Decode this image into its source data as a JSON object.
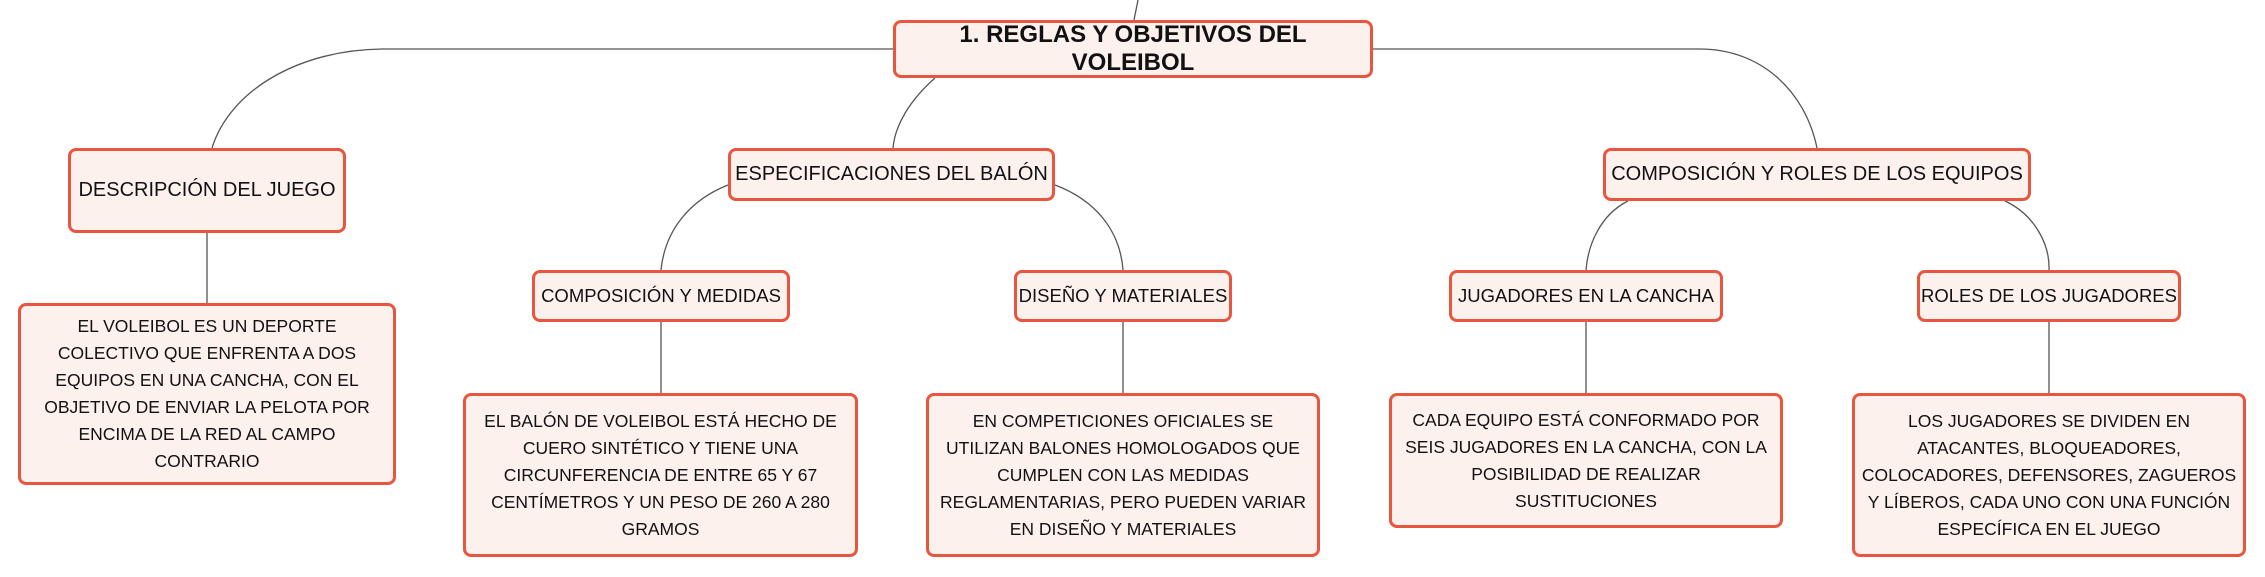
{
  "root": "1. REGLAS Y OBJETIVOS DEL VOLEIBOL",
  "branches": {
    "descripcion": {
      "title": "DESCRIPCIÓN DEL JUEGO",
      "text": "EL VOLEIBOL ES UN DEPORTE COLECTIVO QUE ENFRENTA A DOS EQUIPOS EN UNA CANCHA, CON EL OBJETIVO DE ENVIAR LA PELOTA POR ENCIMA DE LA RED AL CAMPO CONTRARIO"
    },
    "balon": {
      "title": "ESPECIFICACIONES DEL BALÓN",
      "composicion": {
        "title": "COMPOSICIÓN Y MEDIDAS",
        "text": "EL BALÓN DE VOLEIBOL ESTÁ HECHO DE CUERO SINTÉTICO Y TIENE UNA CIRCUNFERENCIA DE ENTRE 65 Y 67 CENTÍMETROS Y UN PESO DE 260 A 280 GRAMOS"
      },
      "diseno": {
        "title": "DISEÑO Y MATERIALES",
        "text": "EN COMPETICIONES OFICIALES SE UTILIZAN BALONES HOMOLOGADOS QUE CUMPLEN CON LAS MEDIDAS REGLAMENTARIAS, PERO PUEDEN VARIAR EN DISEÑO Y MATERIALES"
      }
    },
    "equipos": {
      "title": "COMPOSICIÓN Y ROLES DE LOS EQUIPOS",
      "jugadores": {
        "title": "JUGADORES EN LA CANCHA",
        "text": "CADA EQUIPO ESTÁ CONFORMADO POR SEIS JUGADORES EN LA CANCHA, CON LA POSIBILIDAD DE REALIZAR SUSTITUCIONES"
      },
      "roles": {
        "title": "ROLES DE LOS JUGADORES",
        "text": "LOS JUGADORES SE DIVIDEN EN ATACANTES, BLOQUEADORES, COLOCADORES, DEFENSORES, ZAGUEROS Y LÍBEROS, CADA UNO CON UNA FUNCIÓN ESPECÍFICA EN EL JUEGO"
      }
    }
  },
  "colors": {
    "border": "#e8563f",
    "fill": "#fdf1ee",
    "line": "#555555"
  }
}
